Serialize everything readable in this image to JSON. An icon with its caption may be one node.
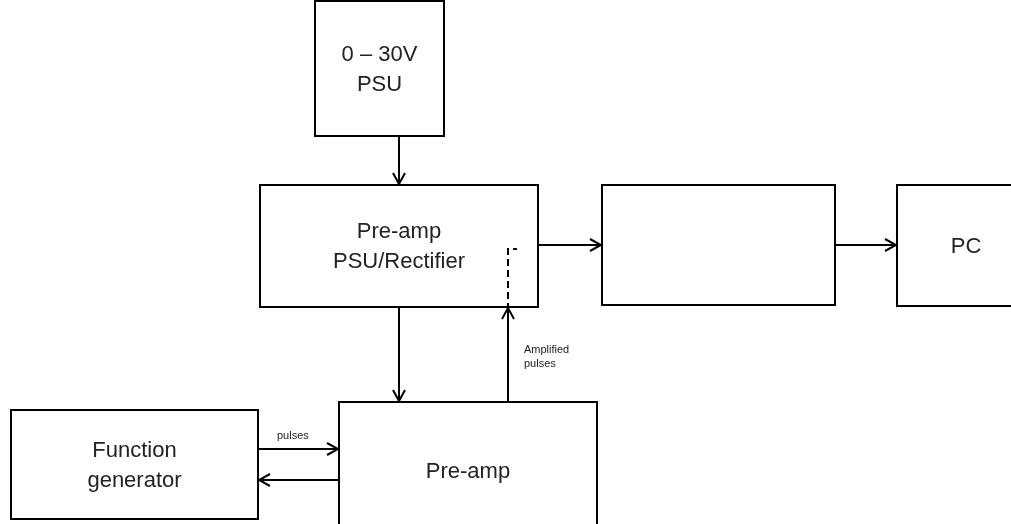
{
  "diagram": {
    "nodes": [
      {
        "text": [
          "0 – 30V PSU"
        ]
      },
      {
        "text": [
          "Pre-amp PSU/Rectifier"
        ]
      },
      {
        "text": [],
        "shape": "box"
      },
      {
        "text": [
          "PC"
        ]
      },
      {
        "text": [
          "Function generator"
        ]
      },
      {
        "text": [
          "Pre-amp"
        ]
      }
    ],
    "edges": [
      {
        "from": 0,
        "to": 1,
        "arrow": "to"
      },
      {
        "from": 1,
        "to": 2,
        "arrow": "to"
      },
      {
        "from": 2,
        "to": 3,
        "arrow": "to"
      },
      {
        "from": 1,
        "to": 5,
        "arrow": "to"
      },
      {
        "from": 5,
        "to": 1,
        "arrow": "to",
        "label": "Amplified pulses"
      },
      {
        "from": 4,
        "to": 5,
        "arrow": "to",
        "label": "pulses"
      },
      {
        "from": 5,
        "to": 4,
        "arrow": "to"
      }
    ]
  }
}
